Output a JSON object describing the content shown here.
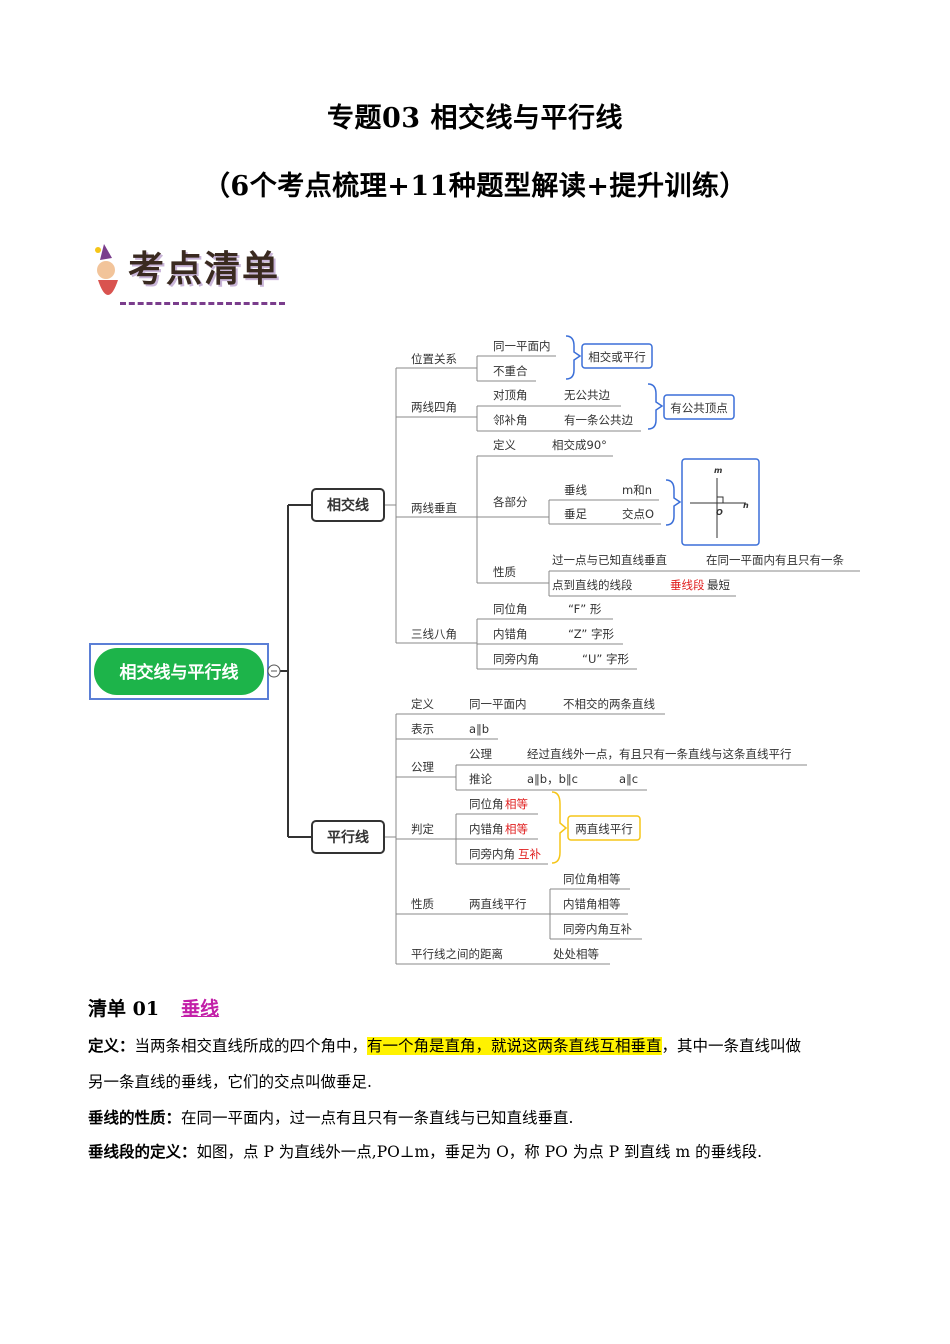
{
  "title": "专题03  相交线与平行线",
  "subtitle": "（6个考点梳理+11种题型解读+提升训练）",
  "banner": "考点清单",
  "mindmap": {
    "root": "相交线与平行线",
    "b1": "相交线",
    "b2": "平行线",
    "a_pos": "位置关系",
    "a_pos1": "同一平面内",
    "a_pos2": "不重合",
    "a_pos_r": "相交或平行",
    "a_ang": "两线四角",
    "a_ang1": "对顶角",
    "a_ang1v": "无公共边",
    "a_ang2": "邻补角",
    "a_ang2v": "有一条公共边",
    "a_ang_r": "有公共顶点",
    "a_perp": "两线垂直",
    "a_def": "定义",
    "a_defv": "相交成90°",
    "a_parts": "各部分",
    "a_p1": "垂线",
    "a_p1v": "m和n",
    "a_p2": "垂足",
    "a_p2v": "交点O",
    "fig_m": "m",
    "fig_n": "n",
    "fig_o": "O",
    "a_prop": "性质",
    "a_prop1": "过一点与已知直线垂直",
    "a_prop1v": "在同一平面内有且只有一条",
    "a_prop2": "点到直线的线段",
    "a_prop2v_red": "垂线段",
    "a_prop2v": "最短",
    "a_three": "三线八角",
    "a_t1": "同位角",
    "a_t1v": "“F”  形",
    "a_t2": "内错角",
    "a_t2v": "“Z”  字形",
    "a_t3": "同旁内角",
    "a_t3v": "“U”  字形",
    "p_def": "定义",
    "p_def1": "同一平面内",
    "p_def2": "不相交的两条直线",
    "p_rep": "表示",
    "p_repv": "a∥b",
    "p_ax": "公理",
    "p_ax1": "公理",
    "p_ax1v": "经过直线外一点，有且只有一条直线与这条直线平行",
    "p_ax2": "推论",
    "p_ax2v": "a∥b，b∥c",
    "p_ax2r": "a∥c",
    "p_judge": "判定",
    "p_j1": "同位角",
    "p_j1r": "相等",
    "p_j2": "内错角",
    "p_j2r": "相等",
    "p_j3": "同旁内角",
    "p_j3r": "互补",
    "p_jr": "两直线平行",
    "p_prop": "性质",
    "p_propv": "两直线平行",
    "p_pr1": "同位角相等",
    "p_pr2": "内错角相等",
    "p_pr3": "同旁内角互补",
    "p_dist": "平行线之间的距离",
    "p_distv": "处处相等"
  },
  "section": {
    "num": "清单 01",
    "kw": "垂线"
  },
  "p1": {
    "label": "定义：",
    "a": "当两条相交直线所成的四个角中，",
    "hl": "有一个角是直角，就说这两条直线互相垂直",
    "b": "，其中一条直线叫做",
    "c": "另一条直线的垂线，它们的交点叫做垂足."
  },
  "p2": {
    "label": "垂线的性质：",
    "a": "在同一平面内，过一点有且只有一条直线与已知直线垂直."
  },
  "p3": {
    "label": "垂线段的定义：",
    "a": "如图，点 P 为直线外一点,PO⊥m，垂足为 O，称 PO 为点 P 到直线 m 的垂线段."
  },
  "colors": {
    "root_green": "#1db44a",
    "root_border": "#5b7fd6",
    "brace_blue": "#3b6fd8",
    "brace_yellow": "#f5c518",
    "red": "#e02020",
    "magenta": "#c21fa8"
  }
}
